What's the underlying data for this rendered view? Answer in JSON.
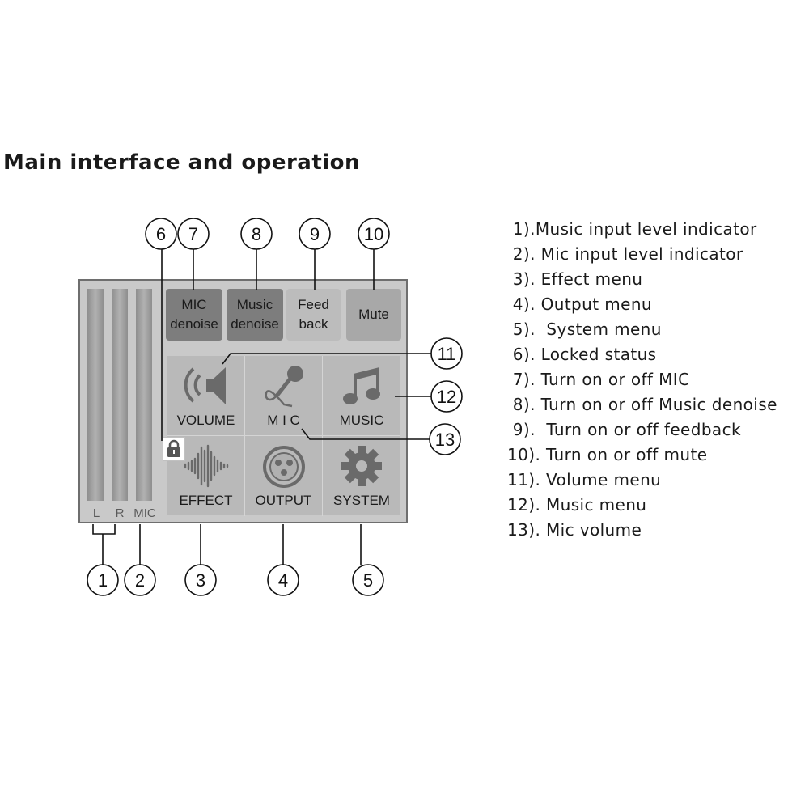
{
  "title": "Main interface and operation",
  "meters": {
    "left_label": "L",
    "right_label": "R",
    "mic_label": "MIC"
  },
  "top_buttons": [
    {
      "label": "MIC\ndenoise"
    },
    {
      "label": "Music\ndenoise"
    },
    {
      "label": "Feed\nback"
    },
    {
      "label": "Mute"
    }
  ],
  "menu": [
    {
      "label": "VOLUME",
      "icon": "speaker-icon"
    },
    {
      "label": "M I C",
      "icon": "microphone-icon"
    },
    {
      "label": "MUSIC",
      "icon": "music-note-icon"
    },
    {
      "label": "EFFECT",
      "icon": "waveform-icon"
    },
    {
      "label": "OUTPUT",
      "icon": "xlr-connector-icon"
    },
    {
      "label": "SYSTEM",
      "icon": "gear-icon"
    }
  ],
  "lock_icon": "lock-icon",
  "callouts": [
    "1",
    "2",
    "3",
    "4",
    "5",
    "6",
    "7",
    "8",
    "9",
    "10",
    "11",
    "12",
    "13"
  ],
  "legend": [
    " 1).Music input level indicator",
    " 2). Mic input level indicator",
    " 3). Effect menu",
    " 4). Output menu",
    " 5).  System menu",
    " 6). Locked status",
    " 7). Turn on or off MIC",
    " 8). Turn on or off Music denoise",
    " 9).  Turn on or off feedback",
    "10). Turn on or off mute",
    "11). Volume menu",
    "12). Music menu",
    "13). Mic volume"
  ]
}
